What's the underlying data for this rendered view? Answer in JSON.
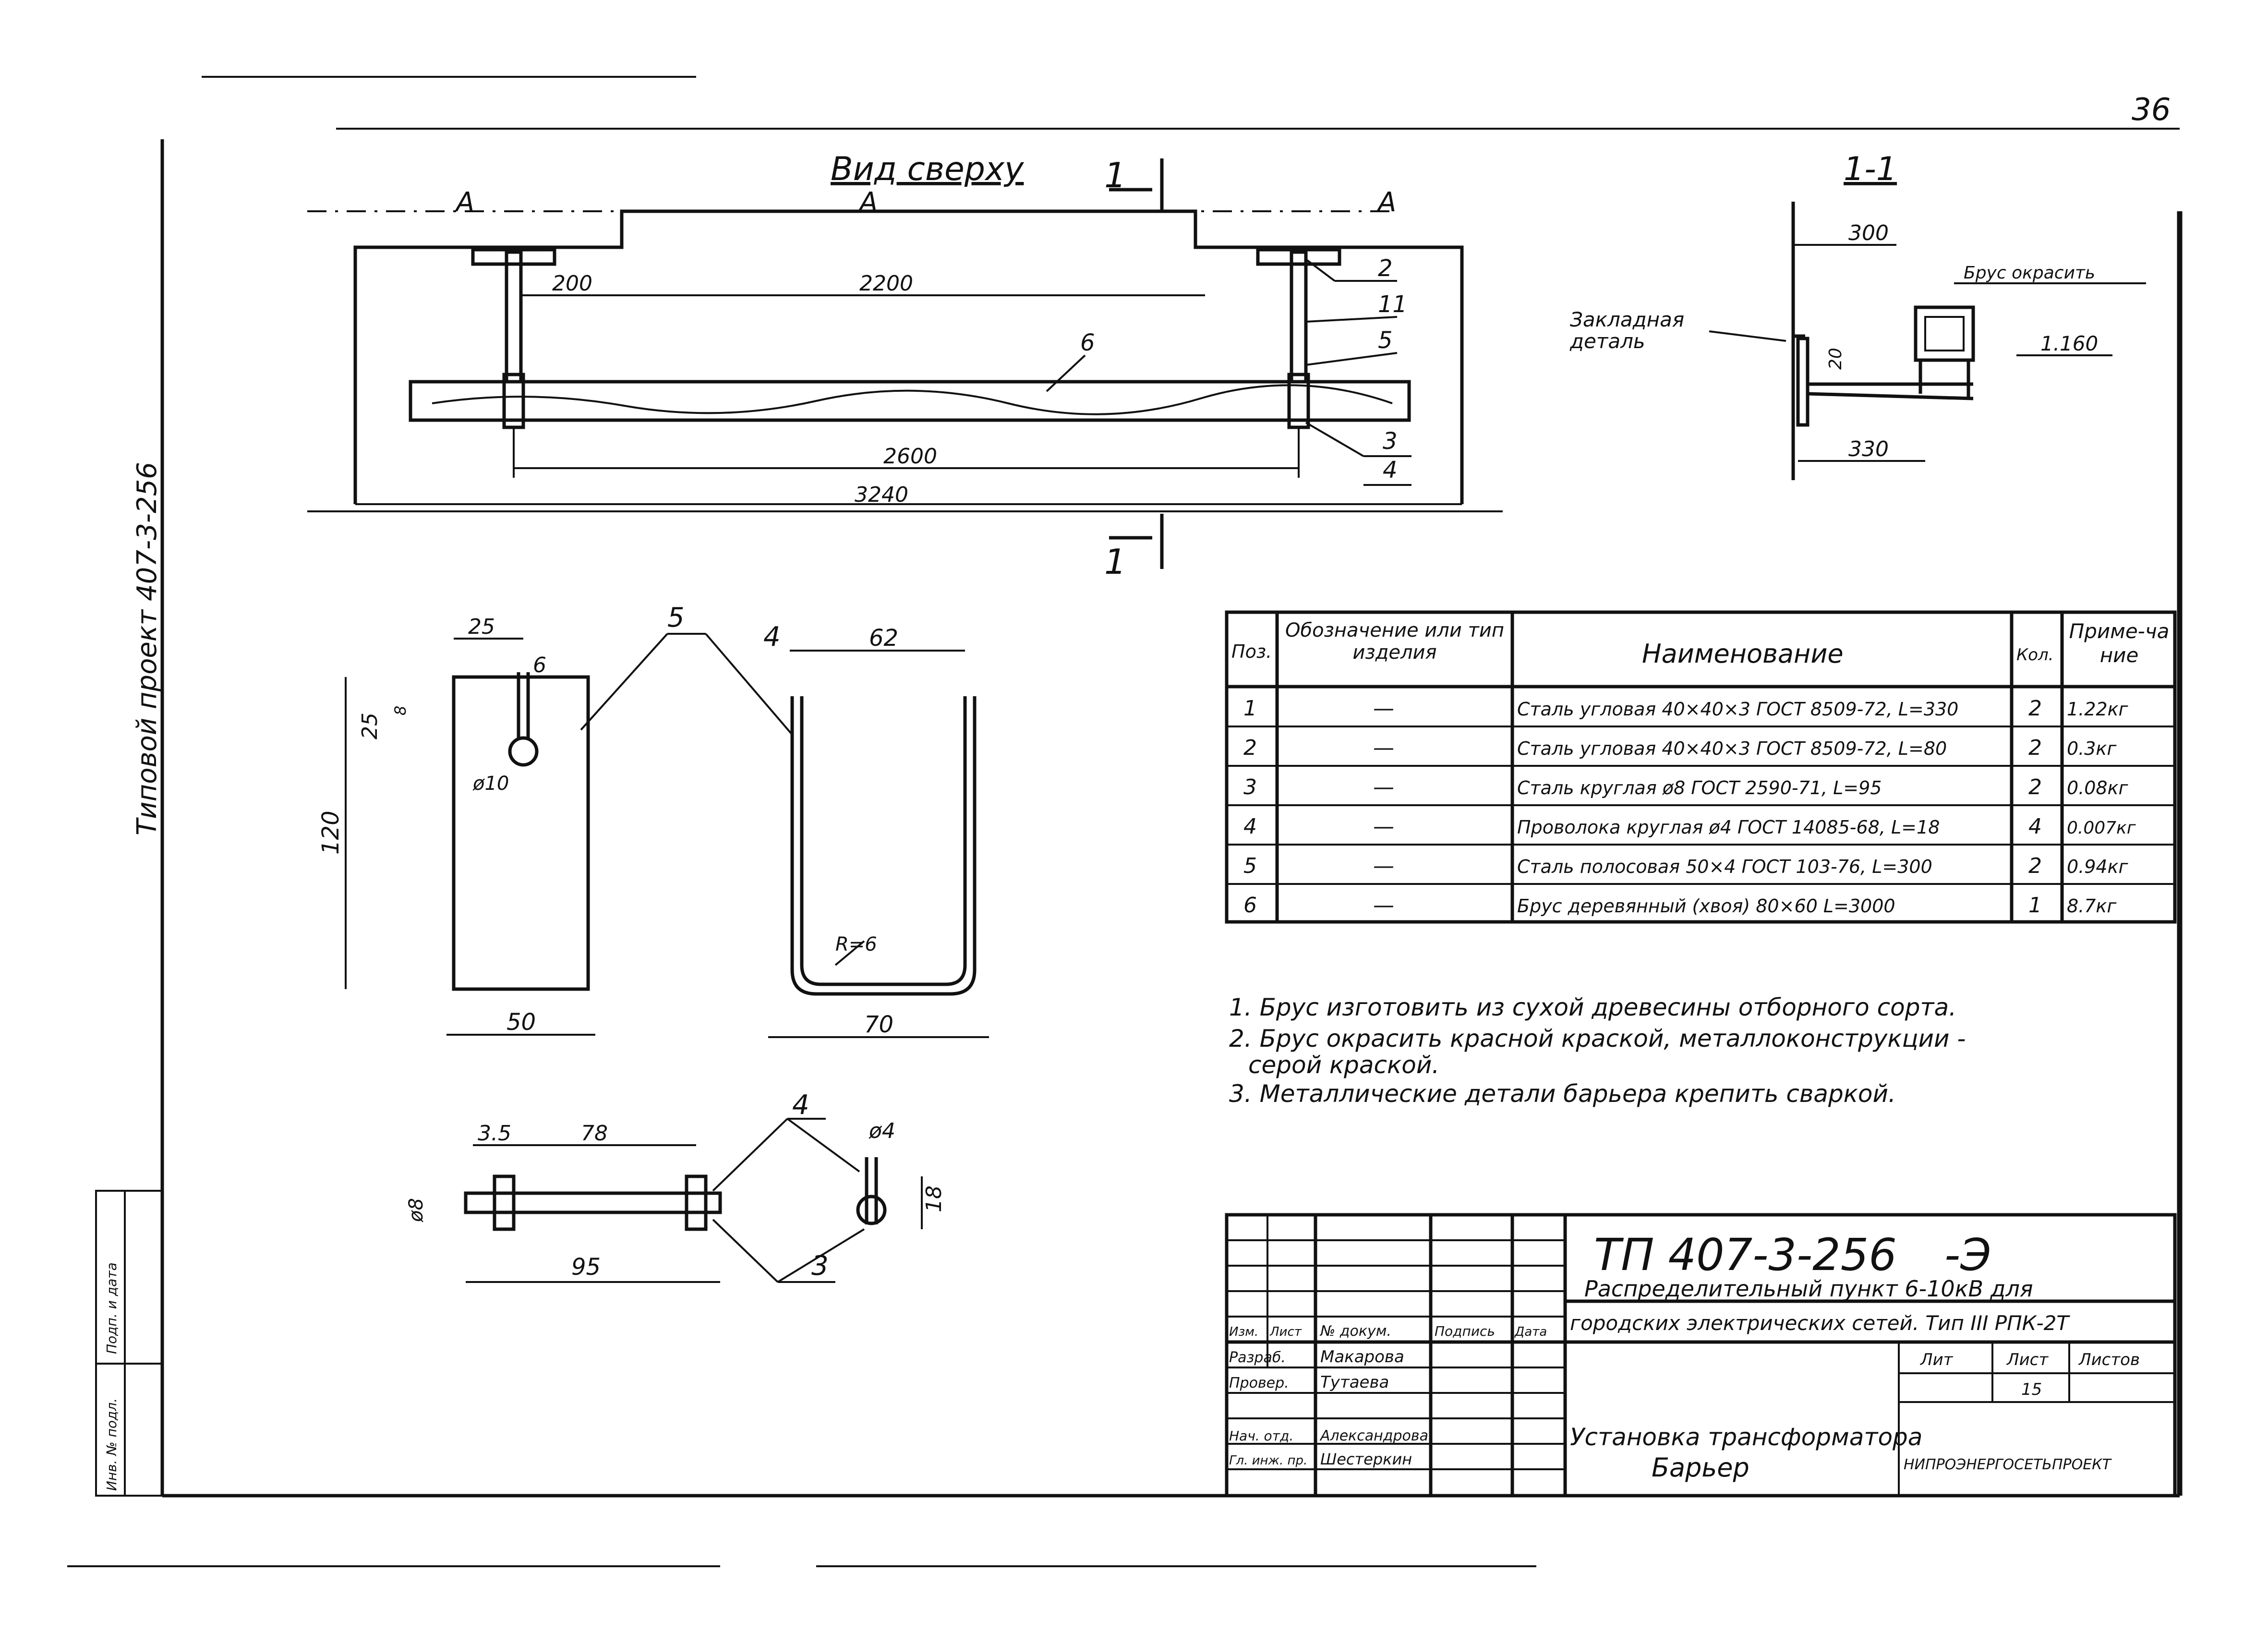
{
  "page_number": "36",
  "vertical_project_label": "Типовой проект 407-3-256",
  "top_view": {
    "title": "Вид сверху",
    "section_mark": "1",
    "axis_mark": "А",
    "dims": {
      "d200": "200",
      "d2200": "2200",
      "d2600": "2600",
      "d3240": "3240"
    },
    "callouts": {
      "p2": "2",
      "p11": "11",
      "p5": "5",
      "p3": "3",
      "p4": "4",
      "p6": "6"
    }
  },
  "section": {
    "title": "1-1",
    "embedded_part_label_1": "Закладная",
    "embedded_part_label_2": "деталь",
    "paint_note": "Брус окрасить",
    "level": "1.160",
    "dims": {
      "d300": "300",
      "d330": "330",
      "d20": "20"
    }
  },
  "detail_plate": {
    "callout": "5",
    "dims": {
      "w25": "25",
      "hole_d": "6",
      "h25": "25",
      "d8": "8",
      "dia": "ø10",
      "h120": "120",
      "w50": "50"
    }
  },
  "detail_bracket": {
    "callout": "4",
    "dims": {
      "w62": "62",
      "radius": "R=6",
      "w70": "70"
    }
  },
  "detail_rod": {
    "callout_4": "4",
    "callout_3": "3",
    "dims": {
      "d35": "3.5",
      "d78": "78",
      "d8": "ø8",
      "d95": "95",
      "d4": "ø4",
      "d18": "18"
    }
  },
  "spec_table": {
    "headers": {
      "pos": "Поз.",
      "designation": "Обозначение или тип изделия",
      "name": "Наименование",
      "qty": "Кол.",
      "note": "Приме-чание"
    },
    "rows": [
      {
        "pos": "1",
        "designation": "—",
        "name": "Сталь угловая 40×40×3  ГОСТ 8509-72, L=330",
        "qty": "2",
        "note": "1.22кг"
      },
      {
        "pos": "2",
        "designation": "—",
        "name": "Сталь угловая 40×40×3  ГОСТ 8509-72, L=80",
        "qty": "2",
        "note": "0.3кг"
      },
      {
        "pos": "3",
        "designation": "—",
        "name": "Сталь круглая ø8   ГОСТ 2590-71, L=95",
        "qty": "2",
        "note": "0.08кг"
      },
      {
        "pos": "4",
        "designation": "—",
        "name": "Проволока круглая ø4  ГОСТ 14085-68, L=18",
        "qty": "4",
        "note": "0.007кг"
      },
      {
        "pos": "5",
        "designation": "—",
        "name": "Сталь полосовая 50×4 ГОСТ 103-76,  L=300",
        "qty": "2",
        "note": "0.94кг"
      },
      {
        "pos": "6",
        "designation": "—",
        "name": "Брус деревянный (хвоя) 80×60  L=3000",
        "qty": "1",
        "note": "8.7кг"
      }
    ]
  },
  "notes": [
    "1. Брус изготовить из сухой древесины отборного сорта.",
    "2. Брус окрасить красной краской, металлоконструкции -",
    "серой краской.",
    "3. Металлические детали барьера крепить сваркой."
  ],
  "title_block": {
    "code": "ТП 407-3-256",
    "suffix": "-Э",
    "project_line1": "Распределительный пункт 6-10кВ для",
    "project_line2": "городских электрических сетей. Тип III РПК-2Т",
    "col_headers": {
      "izm": "Изм.",
      "list": "Лист",
      "doc": "№ докум.",
      "sign": "Подпись",
      "date": "Дата"
    },
    "roles": [
      {
        "role": "Разраб.",
        "name": "Макарова"
      },
      {
        "role": "Провер.",
        "name": "Тутаева"
      },
      {
        "role": "Нач. отд.",
        "name": "Александрова"
      },
      {
        "role": "Гл. инж. пр.",
        "name": "Шестеркин"
      }
    ],
    "lit_headers": {
      "lit": "Лит",
      "sheet": "Лист",
      "sheets": "Листов"
    },
    "sheet_no": "15",
    "drawing_title_1": "Установка трансформатора",
    "drawing_title_2": "Барьер",
    "org": "НИПРОЭНЕРГОСЕТЬПРОЕКТ"
  },
  "side_stamp": {
    "cell1": "Инв. № подл.",
    "cell2": "Подп. и дата"
  }
}
